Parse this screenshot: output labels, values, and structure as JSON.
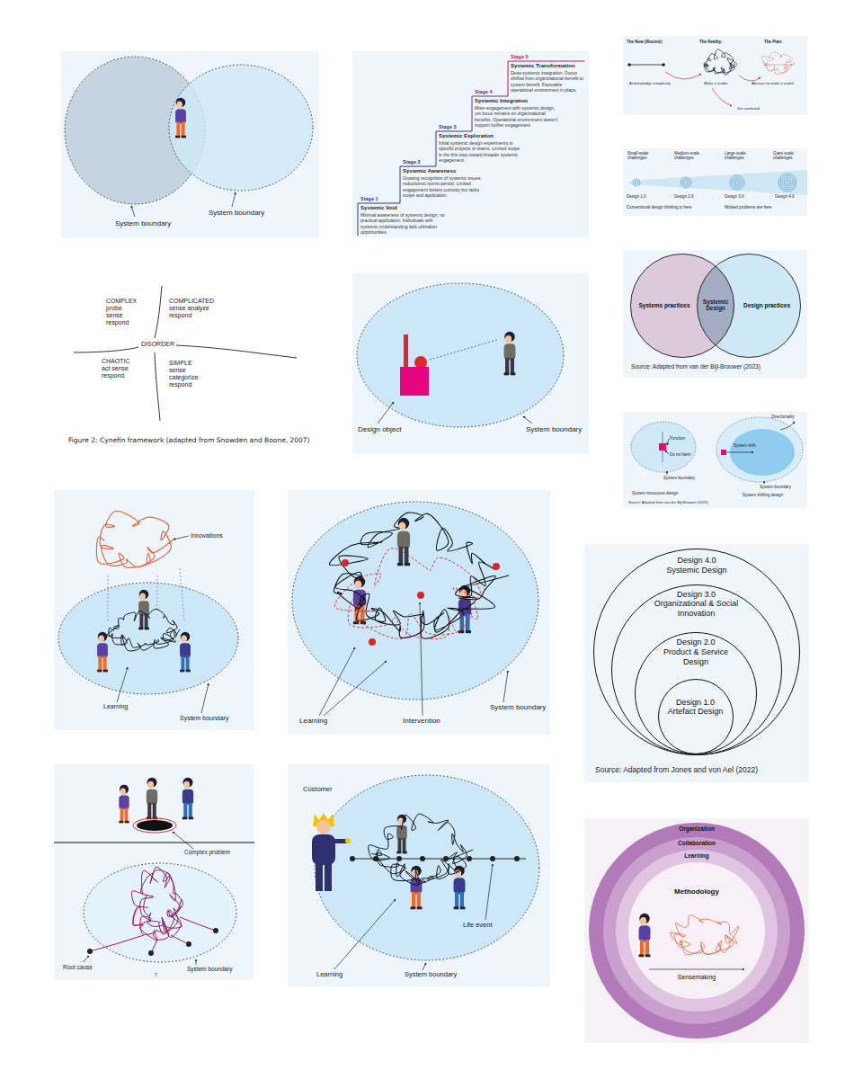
{
  "diagram": {
    "nodes": [
      {
        "text": [
          "Stage 1",
          "Systemic Void",
          "Minimal awareness of systemic design; no practical application. Individuals with systemic understanding lack utilization opportunities."
        ]
      },
      {
        "text": [
          "Stage 2",
          "Systemic Awareness",
          "Growing recognition of systemic issues; reductionist norms persist. Limited engagement fosters curiosity but lacks scope and application."
        ]
      },
      {
        "text": [
          "Stage 3",
          "Systemic Exploration",
          "Initial systemic design experiments in specific projects or teams. Limited scope is the first step toward broader systemic engagement."
        ]
      },
      {
        "text": [
          "Stage 4",
          "Systemic Integration",
          "More engagement with systemic design, yet focus remains on organizational benefits. Operational environment doesn't support further engagement."
        ]
      },
      {
        "text": [
          "Stage 5",
          "Systemic Transformation",
          "Deep systemic integration. Focus shifted from organizational-benefit to system benefit. Favorable operational environment in place."
        ]
      },
      {
        "text": [
          "Systems practices"
        ]
      },
      {
        "text": [
          "Design practices"
        ]
      },
      {
        "text": [
          "Design 4.0",
          "Systemic Design"
        ]
      },
      {
        "text": [
          "Design 3.0",
          "Organizational & Social Innovation"
        ],
        "in": 7
      },
      {
        "text": [
          "Design 2.0",
          "Product & Service Design"
        ],
        "in": 8
      },
      {
        "text": [
          "Design 1.0",
          "Artefact Design"
        ],
        "in": 9
      },
      {
        "text": [
          "Organization"
        ]
      },
      {
        "text": [
          "Collaboration"
        ],
        "in": 11
      },
      {
        "text": [
          "Learning"
        ],
        "in": 12
      },
      {
        "text": [
          "Methodology",
          "Sensemaking"
        ],
        "in": 13
      }
    ],
    "labels": [
      "System boundary",
      "System boundary",
      "The Now (Illusion):",
      "The Reality:",
      "The Plan:",
      "Acknowledge complexity",
      "Make it visible",
      "Abstract to make it useful",
      "Get confused",
      "Small-scale challenges",
      "Medium-scale challenges",
      "Large-scale challenges",
      "Giant-scale challenges",
      "Design 1.0",
      "Design 2.0",
      "Design 3.0",
      "Design 4.0",
      "Conventional design thinking is here",
      "Wicked problems are here",
      "COMPLEX probe sense respond",
      "COMPLICATED sense analyze respond",
      "DISORDER",
      "CHAOTIC act sense respond",
      "SIMPLE sense categorize respond",
      "Figure 2: Cynefin framework (adapted from Snowden and Boone, 2007)",
      "Design object",
      "System boundary",
      "Systemic Design",
      "Source: Adapted from van der Bijl-Brouwer (2023)",
      "Function",
      "Do no harm",
      "System boundary",
      "System innocuous design",
      "System shift",
      "Directionality",
      "System boundary",
      "System shifting design",
      "Source: Adapted from van der Bijl-Brouwer (2023)",
      "Innovations",
      "Learning",
      "System boundary",
      "Learning",
      "Intervention",
      "System boundary",
      "Source: Adapted from Jones and von Ael (2022)",
      "Complex problem",
      "Root cause",
      "System boundary",
      "7",
      "Customer",
      "Life event",
      "Learning",
      "System boundary"
    ]
  }
}
